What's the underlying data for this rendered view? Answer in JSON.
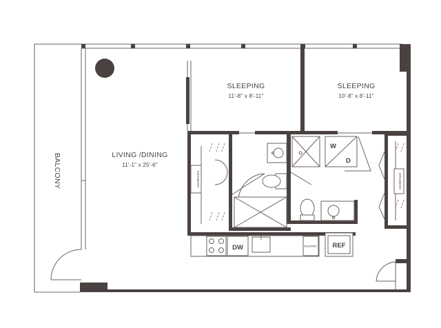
{
  "rooms": {
    "living": {
      "name": "LIVING /DINING",
      "dims": "11'-1\" x 25'-6\""
    },
    "sleeping1": {
      "name": "SLEEPING",
      "dims": "11'-8\" x 8'-11\""
    },
    "sleeping2": {
      "name": "SLEEPING",
      "dims": "10'-8\" x 8'-11\""
    },
    "balcony": {
      "name": "BALCONY"
    }
  },
  "fixtures": {
    "dishwasher": "DW",
    "refrigerator": "REF",
    "pantry": "PANTRY",
    "drawers_left": "DRAWERS",
    "drawers_right": "DRAWERS",
    "washer": "W",
    "dryer": "D"
  },
  "colors": {
    "wall": "#4a4241",
    "line": "#6a6261"
  }
}
